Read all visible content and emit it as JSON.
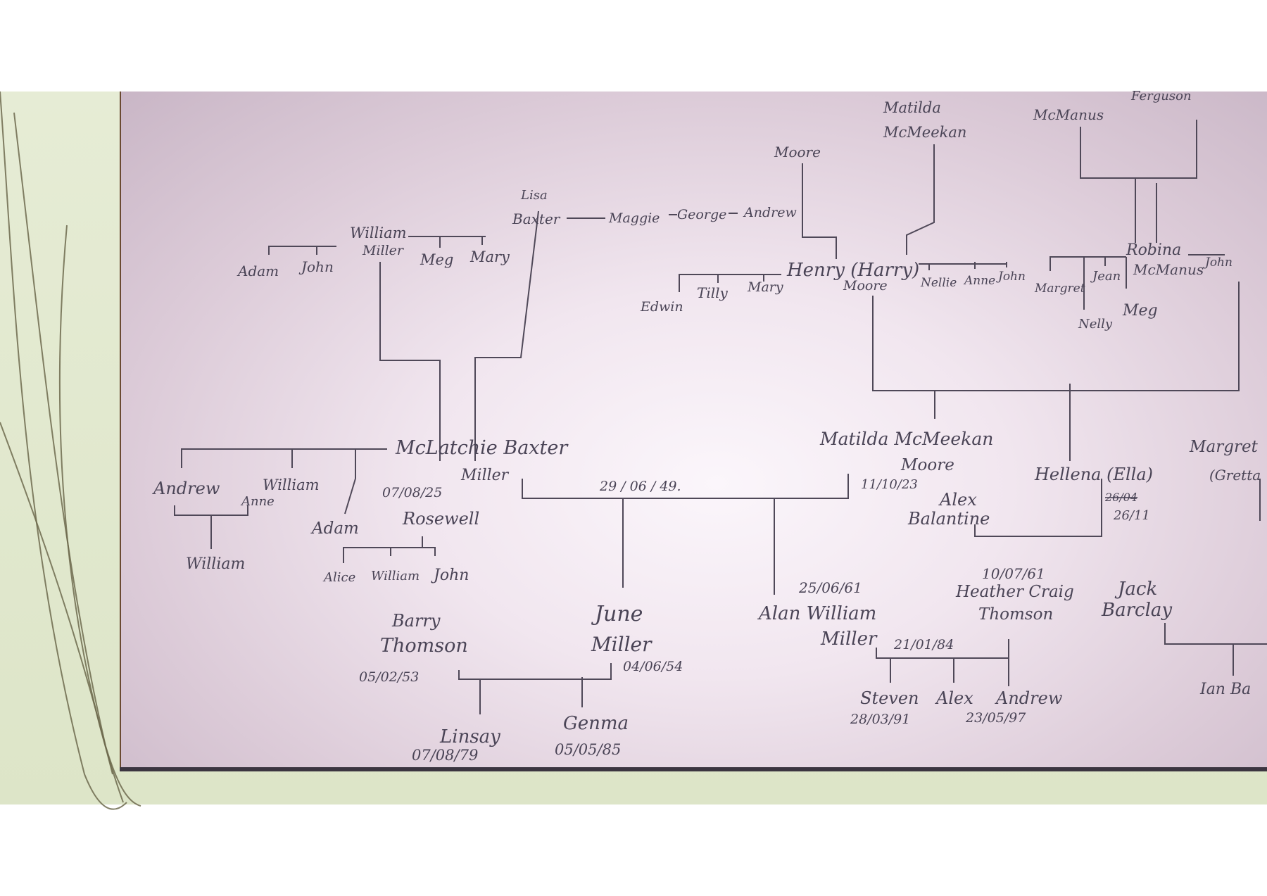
{
  "people": {
    "lisa": "Lisa",
    "baxter": "Baxter",
    "maggie": "Maggie",
    "george": "George",
    "andrew_top": "Andrew",
    "moore_top": "Moore",
    "matilda_top": "Matilda",
    "mcmeekan_top": "McMeekan",
    "mcmanus_top": "McManus",
    "ferguson": "Ferguson",
    "william_miller_a": "William",
    "william_miller_b": "Miller",
    "adam_top": "Adam",
    "john_top": "John",
    "meg_top": "Meg",
    "mary_top": "Mary",
    "henry": "Henry (Harry)",
    "moore_henry": "Moore",
    "edwin": "Edwin",
    "tilly": "Tilly",
    "mary_mid": "Mary",
    "nellie": "Nellie",
    "anne_mid": "Anne",
    "john_mid": "John",
    "robina": "Robina",
    "robina_mcmanus": "McManus",
    "john_right": "John",
    "margret_top": "Margret",
    "jean": "Jean",
    "nelly": "Nelly",
    "meg_right": "Meg",
    "mclatchie": "McLatchie Baxter",
    "miller_mid": "Miller",
    "mclatchie_date": "07/08/25",
    "rosewell": "Rosewell",
    "andrew_left": "Andrew",
    "william_left": "William",
    "anne_left": "Anne",
    "adam_left": "Adam",
    "william_bottom_left": "William",
    "alice": "Alice",
    "william_small": "William",
    "john_small": "John",
    "marriage_date": "29 / 06 / 49.",
    "matilda_moore_a": "Matilda McMeekan",
    "matilda_moore_b": "Moore",
    "matilda_date": "11/10/23",
    "hellena": "Hellena (Ella)",
    "hellena_date_crossed": "26/04",
    "hellena_date": "26/11",
    "margret_right": "Margret",
    "gretta": "(Gretta",
    "alex_balantine_a": "Alex",
    "alex_balantine_b": "Balantine",
    "barry_a": "Barry",
    "barry_b": "Thomson",
    "barry_date": "05/02/53",
    "june_a": "June",
    "june_b": "Miller",
    "june_date": "04/06/54",
    "alan_date": "25/06/61",
    "alan_a": "Alan William",
    "alan_b": "Miller",
    "alan_marriage_date": "21/01/84",
    "heather_date": "10/07/61",
    "heather_a": "Heather Craig",
    "heather_b": "Thomson",
    "jack_a": "Jack",
    "jack_b": "Barclay",
    "ian": "Ian Ba",
    "linsay": "Linsay",
    "linsay_date": "07/08/79",
    "genma": "Genma",
    "genma_date": "05/05/85",
    "steven": "Steven",
    "steven_date": "28/03/91",
    "alex_child": "Alex",
    "andrew_child": "Andrew",
    "andrew_child_date": "23/05/97"
  },
  "colors": {
    "ink": "#4a4456",
    "slide_band": "#e6ecd5",
    "decor_curve": "#6d6a4e"
  }
}
